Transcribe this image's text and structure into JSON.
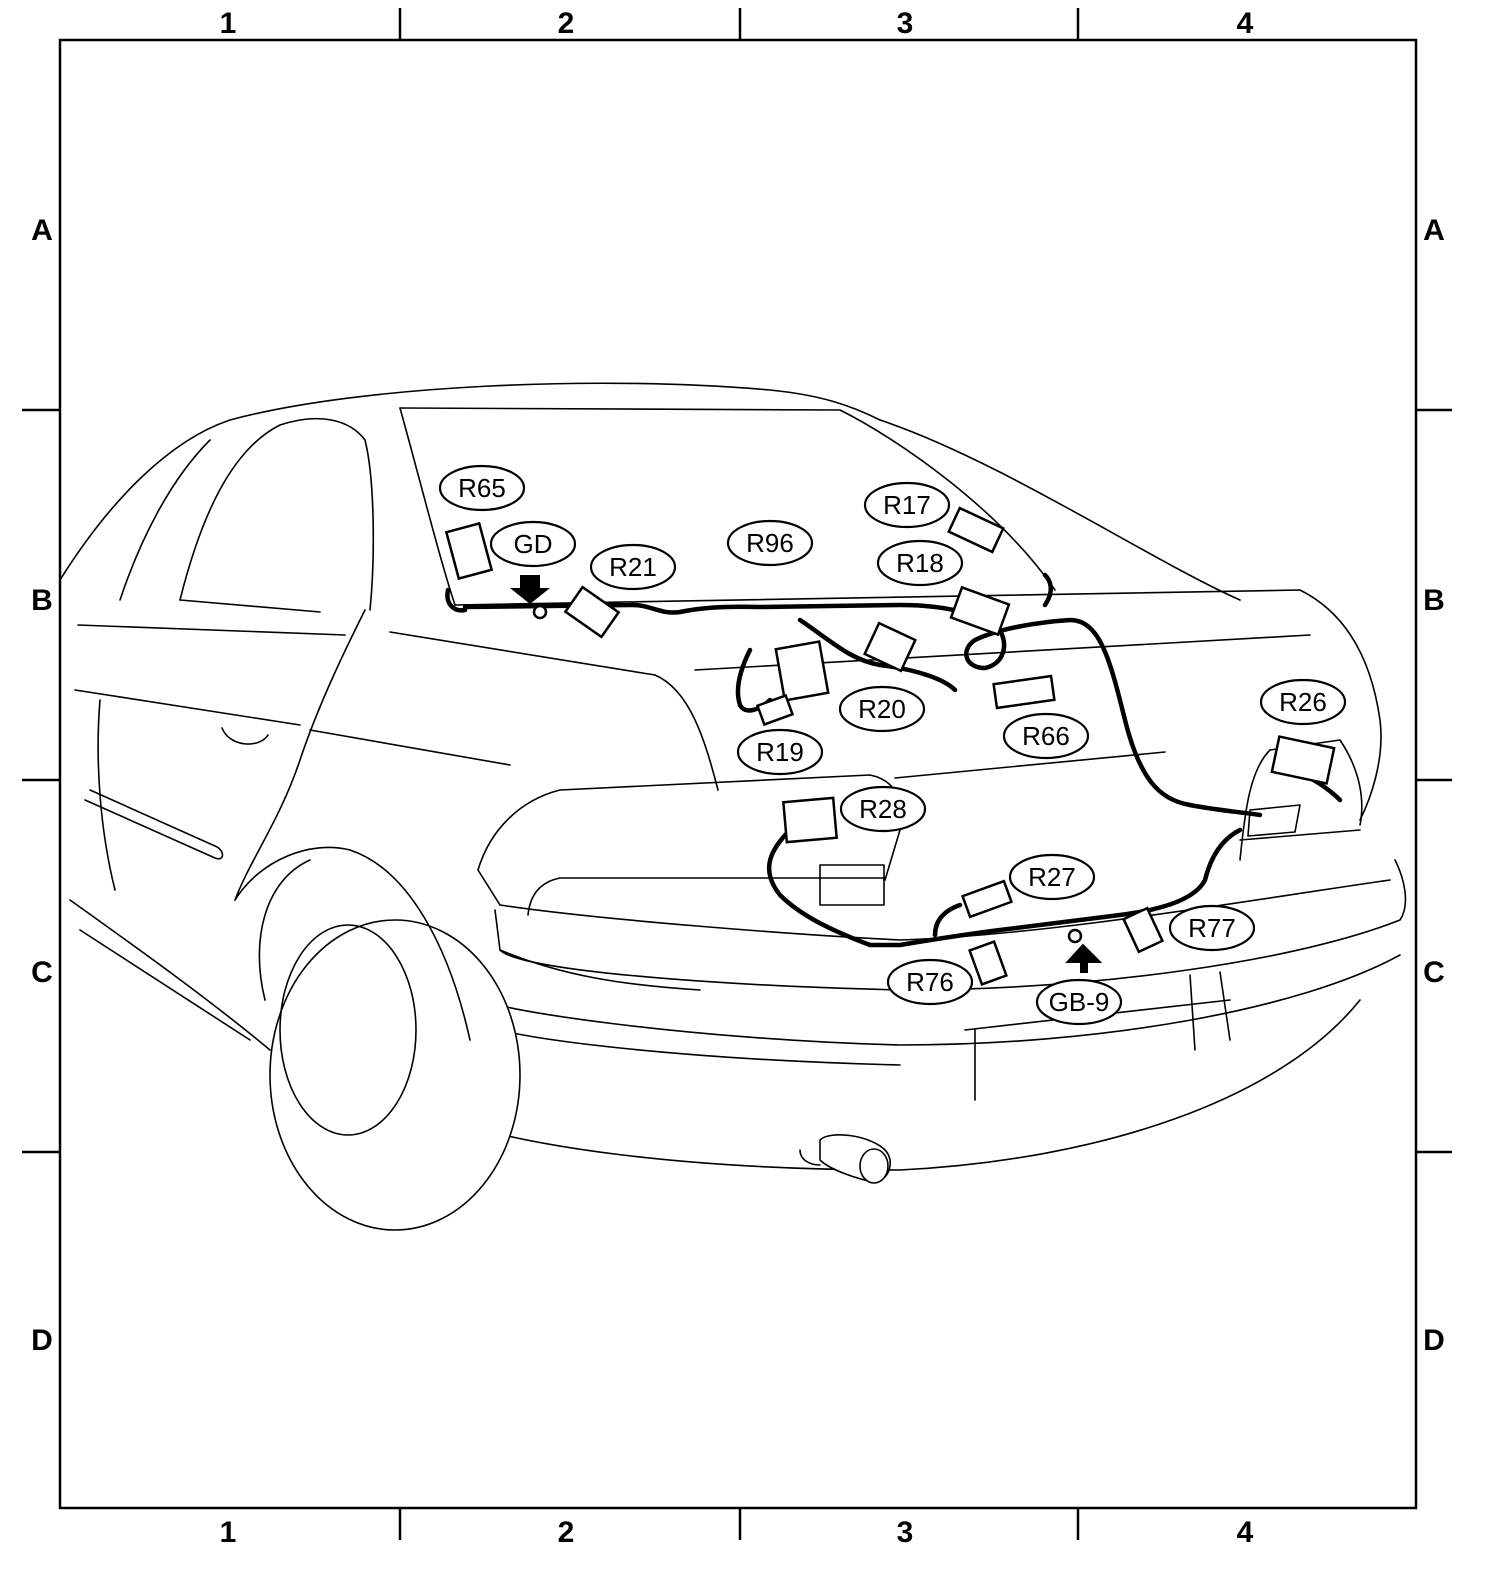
{
  "grid": {
    "columns": [
      "1",
      "2",
      "3",
      "4"
    ],
    "rows": [
      "A",
      "B",
      "C",
      "D"
    ]
  },
  "callouts": {
    "R65": "R65",
    "GD": "GD",
    "R21": "R21",
    "R96": "R96",
    "R17": "R17",
    "R18": "R18",
    "R20": "R20",
    "R19": "R19",
    "R66": "R66",
    "R26": "R26",
    "R28": "R28",
    "R27": "R27",
    "R77": "R77",
    "R76": "R76",
    "GB9": "GB-9"
  }
}
